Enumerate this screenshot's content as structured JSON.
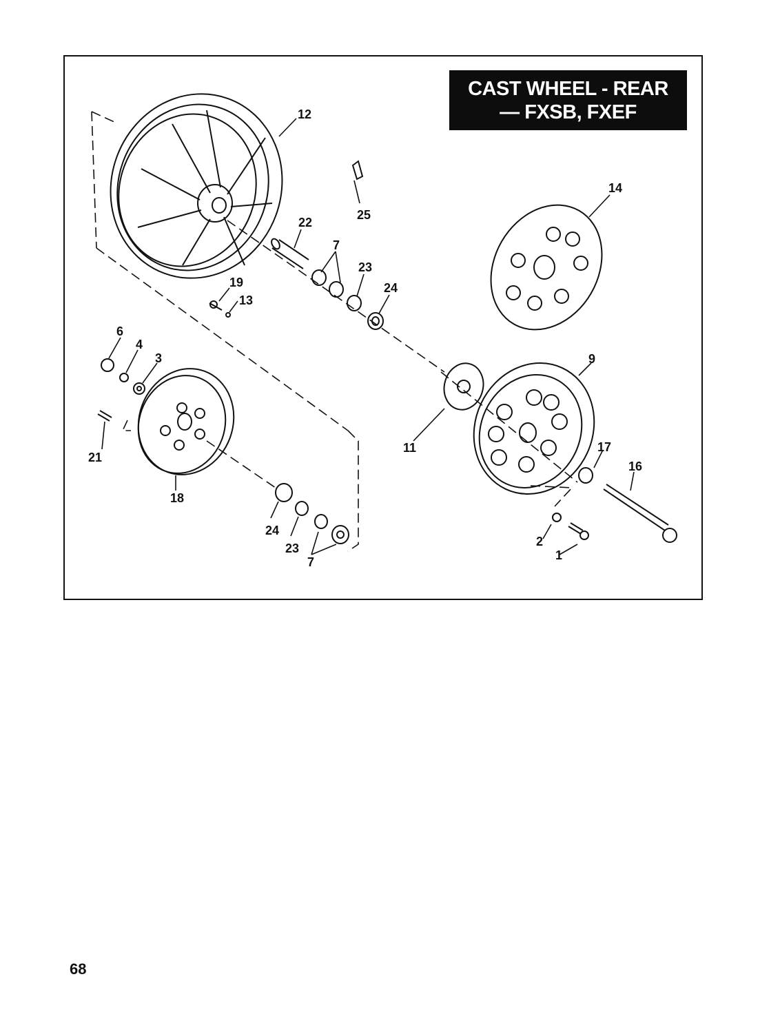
{
  "title": {
    "line1": "CAST WHEEL - REAR",
    "line2": "— FXSB, FXEF"
  },
  "callouts": {
    "c12": "12",
    "c25": "25",
    "c14": "14",
    "c22": "22",
    "c7a": "7",
    "c23a": "23",
    "c24a": "24",
    "c19": "19",
    "c13": "13",
    "c6": "6",
    "c4": "4",
    "c3": "3",
    "c21": "21",
    "c18": "18",
    "c9": "9",
    "c11": "11",
    "c17": "17",
    "c16": "16",
    "c24b": "24",
    "c23b": "23",
    "c7b": "7",
    "c2": "2",
    "c1": "1"
  },
  "page_number": "68"
}
